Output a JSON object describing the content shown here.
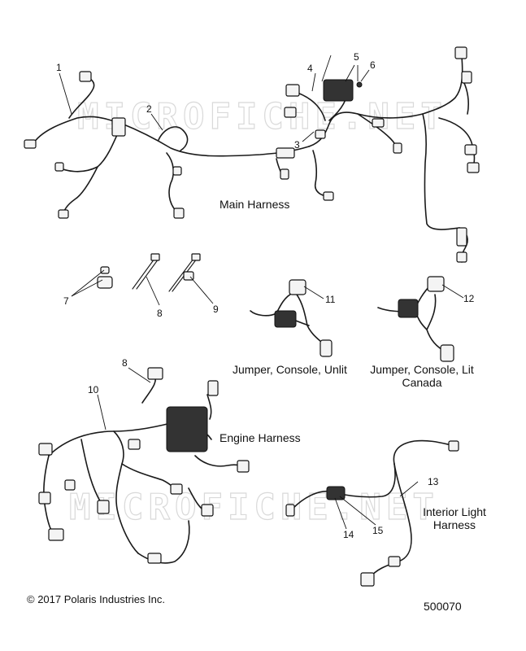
{
  "watermark": "MICROFICHE.NET",
  "assemblies": {
    "main_harness": "Main Harness",
    "jumper_console_unlit": "Jumper, Console, Unlit",
    "jumper_console_lit_line1": "Jumper, Console, Lit",
    "jumper_console_lit_line2": "Canada",
    "engine_harness": "Engine Harness",
    "interior_light_line1": "Interior Light",
    "interior_light_line2": "Harness"
  },
  "callouts": {
    "c1": "1",
    "c2": "2",
    "c3": "3",
    "c4": "4",
    "c5": "5",
    "c6": "6",
    "c7": "7",
    "c8a": "8",
    "c8b": "8",
    "c9": "9",
    "c10": "10",
    "c11": "11",
    "c12": "12",
    "c13": "13",
    "c14": "14",
    "c15": "15"
  },
  "footer": {
    "copyright": "© 2017 Polaris Industries Inc.",
    "figure_number": "500070"
  }
}
